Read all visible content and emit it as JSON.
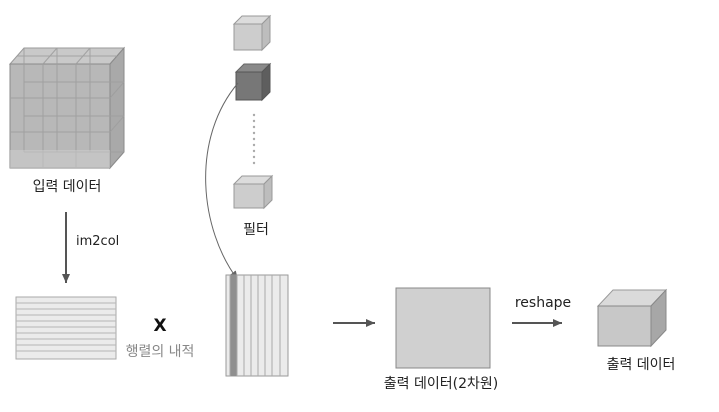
{
  "input": {
    "label": "입력 데이터"
  },
  "transform": {
    "label": "im2col"
  },
  "filter": {
    "label": "필터"
  },
  "operator": {
    "symbol": "X",
    "caption": "행렬의 내적"
  },
  "output_2d": {
    "label": "출력 데이터(2차원)"
  },
  "reshape": {
    "label": "reshape"
  },
  "output": {
    "label": "출력 데이터"
  }
}
